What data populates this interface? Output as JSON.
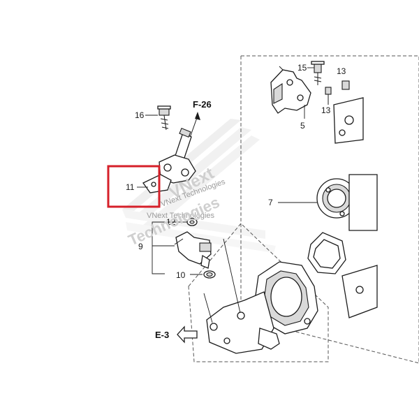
{
  "callouts": {
    "c16": "16",
    "c11": "11",
    "c12": "12",
    "c9": "9",
    "c10": "10",
    "c7": "7",
    "c5": "5",
    "c15": "15",
    "c13a": "13",
    "c13b": "13"
  },
  "refs": {
    "f26": "F-26",
    "e3": "E-3"
  },
  "watermark": {
    "brand_small_1": "VNext Technologies",
    "brand_small_2": "VNext Technologies",
    "brand_large_1": "VNext",
    "brand_large_2": "Technologies"
  },
  "highlight": {
    "color": "#d6202a",
    "target": "11"
  }
}
